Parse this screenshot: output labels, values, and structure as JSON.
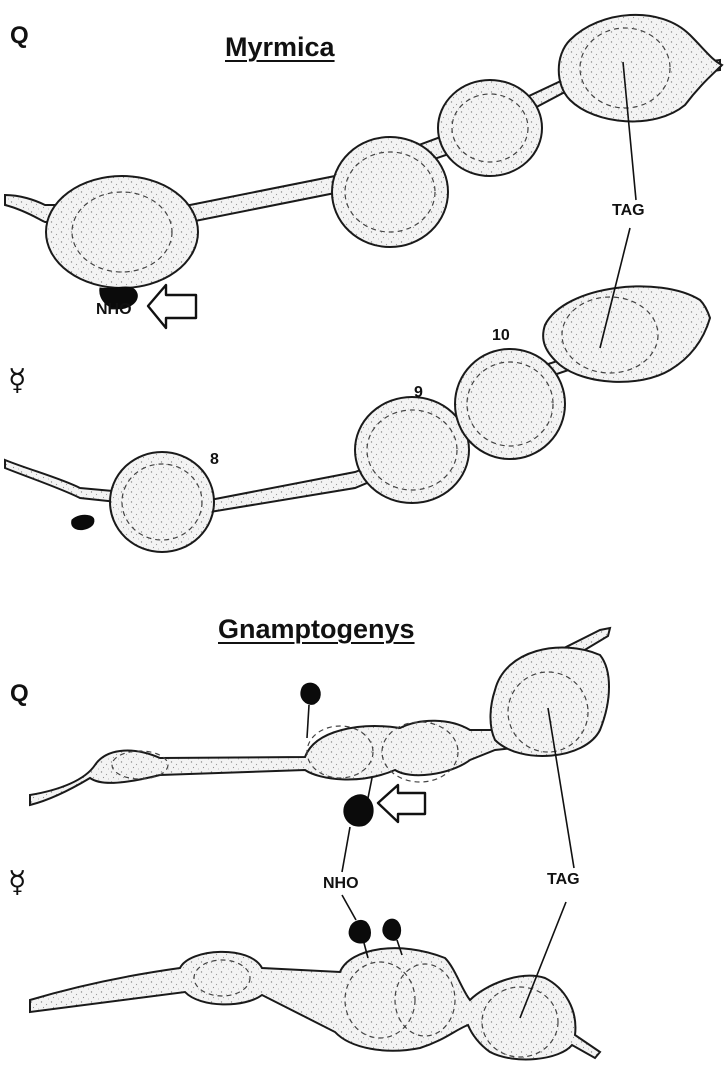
{
  "figure": {
    "top_panel": {
      "title": "Myrmica",
      "queen_label": "Q",
      "worker_symbol": "☿",
      "nho_label": "NHO",
      "tag_label": "TAG",
      "segment_numbers": [
        "8",
        "9",
        "10"
      ]
    },
    "bottom_panel": {
      "title": "Gnamptogenys",
      "queen_label": "Q",
      "worker_symbol": "☿",
      "nho_label": "NHO",
      "tag_label": "TAG"
    }
  }
}
